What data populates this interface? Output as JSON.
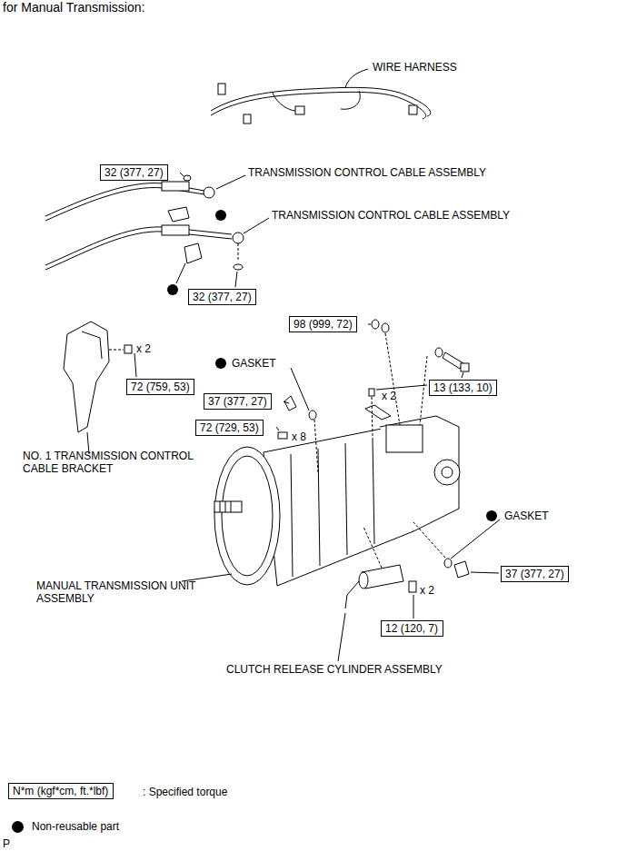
{
  "diagram": {
    "title": "for Manual Transmission:",
    "nodes": [
      {
        "text": [
          "32 (377, 27)"
        ]
      },
      {
        "text": [
          "32 (377, 27)"
        ]
      },
      {
        "text": [
          "98 (999, 72)"
        ]
      },
      {
        "text": [
          "72 (759, 53)"
        ]
      },
      {
        "text": [
          "13 (133, 10)"
        ]
      },
      {
        "text": [
          "37 (377, 27)"
        ]
      },
      {
        "text": [
          "72 (729, 53)"
        ]
      },
      {
        "text": [
          "37 (377, 27)"
        ]
      },
      {
        "text": [
          "12 (120, 7)"
        ]
      },
      {
        "text": [
          "N*m (kgf*cm, ft.*lbf)"
        ]
      }
    ],
    "labels": [
      "WIRE HARNESS",
      "TRANSMISSION CONTROL CABLE ASSEMBLY",
      "TRANSMISSION CONTROL CABLE ASSEMBLY",
      "x 2",
      "GASKET",
      "x 2",
      "x 8",
      "NO. 1 TRANSMISSION CONTROL CABLE BRACKET",
      "GASKET",
      "MANUAL TRANSMISSION UNIT ASSEMBLY",
      "x 2",
      "CLUTCH RELEASE CYLINDER ASSEMBLY",
      "P"
    ],
    "legend": [
      {
        "text": ": Specified torque"
      },
      {
        "text": "Non-reusable part",
        "color": "#000000"
      }
    ]
  }
}
